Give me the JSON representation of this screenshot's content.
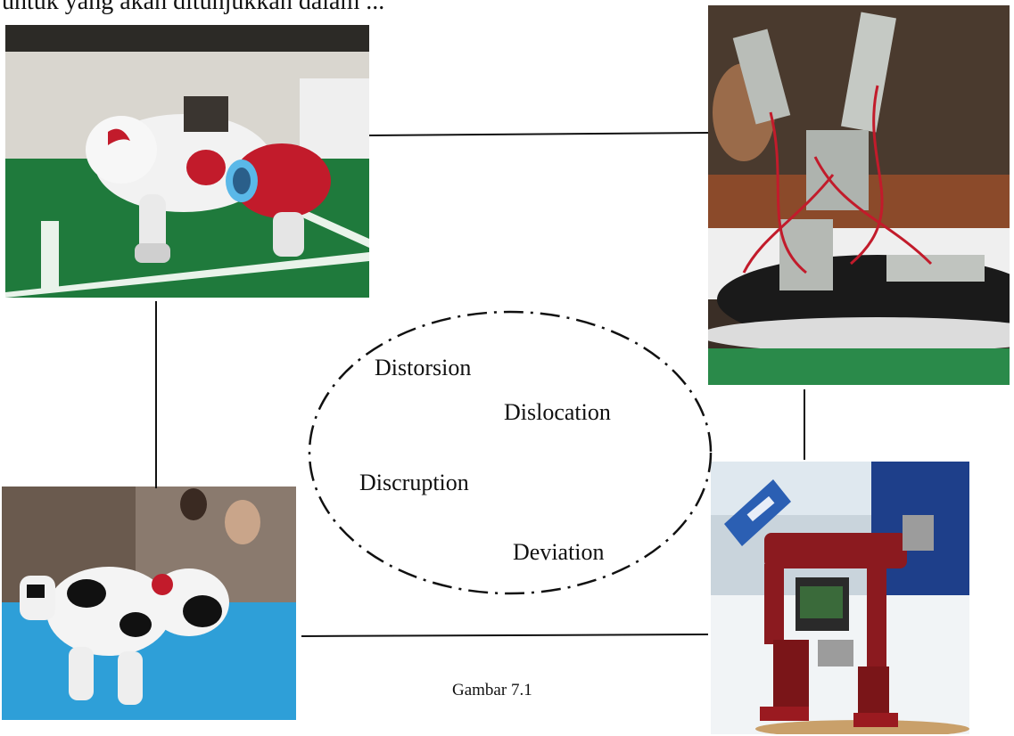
{
  "document": {
    "top_text": "untuk yang akan ditunjukkan dalam ...",
    "center_words": [
      "Distorsion",
      "Dislocation",
      "Discruption",
      "Deviation"
    ],
    "caption": "Gambar 7.1"
  },
  "colors": {
    "line": "#111111",
    "field_green": "#1f7a3c",
    "robot_red": "#c21b2b",
    "robot_white": "#f2f2f2"
  }
}
